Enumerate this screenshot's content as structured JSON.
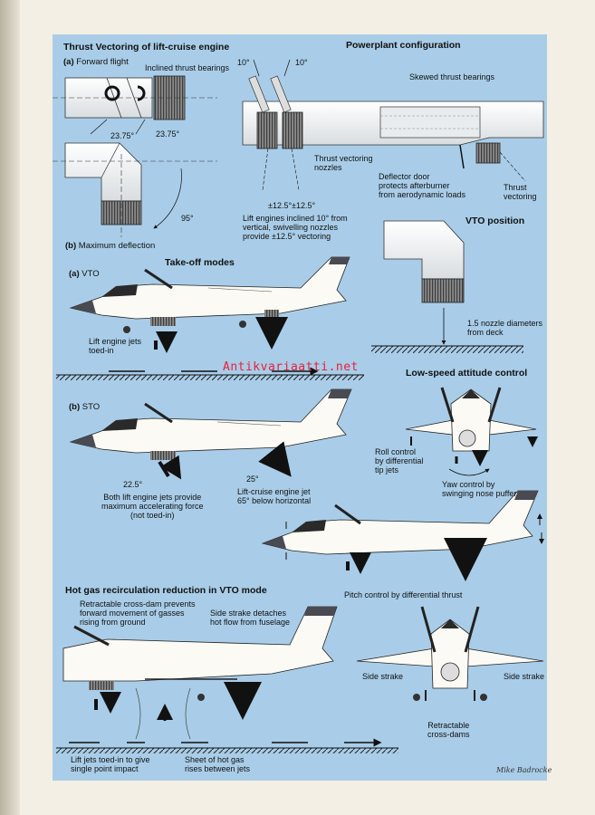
{
  "titles": {
    "thrust_vectoring": "Thrust Vectoring of lift-cruise engine",
    "powerplant": "Powerplant configuration",
    "takeoff_modes": "Take-off modes",
    "vto_position": "VTO position",
    "low_speed": "Low-speed attitude control",
    "hot_gas": "Hot gas recirculation reduction in VTO mode"
  },
  "subtitles": {
    "a_letter": "(a)",
    "a_text": "Forward flight",
    "b_letter": "(b)",
    "b_text": "Maximum deflection",
    "vto_letter": "(a)",
    "vto_text": "VTO",
    "sto_letter": "(b)",
    "sto_text": "STO"
  },
  "labels": {
    "inclined_bearings": "Inclined thrust bearings",
    "angle_left": "23.75°",
    "angle_right": "23.75°",
    "angle_95": "95°",
    "ten_left": "10°",
    "ten_right": "10°",
    "skewed_bearings": "Skewed thrust bearings",
    "tv_nozzles": "Thrust vectoring\nnozzles",
    "deflector": "Deflector door\nprotects afterburner\nfrom aerodynamic loads",
    "thrust_vectoring": "Thrust\nvectoring",
    "pm125": "±12.5°±12.5°",
    "lift_inclined": "Lift engines inclined 10° from\nvertical, swivelling nozzles\nprovide ±12.5° vectoring",
    "nozzle_diam": "1.5 nozzle diameters\nfrom deck",
    "lift_toed": "Lift engine jets\ntoed-in",
    "angle_225": "22.5°",
    "angle_25": "25°",
    "both_lift": "Both lift engine jets provide\nmaximum accelerating force\n(not toed-in)",
    "lift_cruise_jet": "Lift-cruise engine jet\n65° below horizontal",
    "roll_control": "Roll control\nby differential\ntip jets",
    "yaw_control": "Yaw control by\nswinging nose puffer",
    "pitch_control": "Pitch control by differential thrust",
    "cross_dam": "Retractable cross-dam prevents\nforward movement of gasses\nrising from ground",
    "side_strake_detaches": "Side strake detaches\nhot flow from fuselage",
    "side_strake_l": "Side strake",
    "side_strake_r": "Side strake",
    "retractable_dams": "Retractable\ncross-dams",
    "lift_toed_single": "Lift jets toed-in to give\nsingle point impact",
    "sheet_hot": "Sheet of hot gas\nrises between jets"
  },
  "watermark": "Antikvariaatti.net",
  "signature": "Mike Badrocke",
  "colors": {
    "panel": "#a9cde8",
    "page": "#f3efe4",
    "airframe": "#fbfaf4",
    "nozzle": "#6b6b6b",
    "fin_tip": "#4a4a52",
    "watermark": "#e8203a"
  }
}
